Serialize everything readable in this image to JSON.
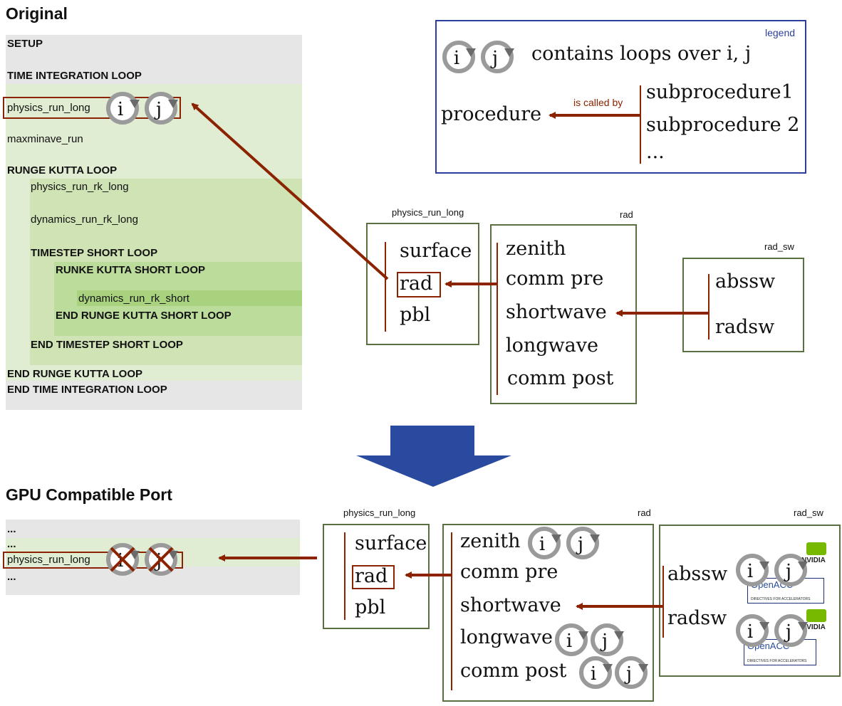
{
  "headings": {
    "original": "Original",
    "gpu": "GPU Compatible Port"
  },
  "original_loop": {
    "setup": "SETUP",
    "time_loop": "TIME INTEGRATION LOOP",
    "physics_run_long": "physics_run_long",
    "maxminave_run": "maxminave_run",
    "rk_loop": "RUNGE KUTTA LOOP",
    "physics_run_rk_long": "physics_run_rk_long",
    "dynamics_run_rk_long": "dynamics_run_rk_long",
    "timestep_short": "TIMESTEP SHORT LOOP",
    "runke_short": "RUNKE KUTTA SHORT LOOP",
    "dynamics_run_rk_short": "dynamics_run_rk_short",
    "end_rk_short": "END RUNGE KUTTA SHORT LOOP",
    "end_timestep": "END TIMESTEP SHORT LOOP",
    "end_rk": "END RUNGE KUTTA LOOP",
    "end_time": "END TIME INTEGRATION LOOP"
  },
  "legend": {
    "title": "legend",
    "loops_text": "contains loops over i, j",
    "procedure": "procedure",
    "is_called_by": "is called by",
    "sub1": "subprocedure1",
    "sub2": "subprocedure 2",
    "ellipsis": "..."
  },
  "loop_badges": {
    "i": "i",
    "j": "j"
  },
  "top_boxes": {
    "physics_title": "physics_run_long",
    "physics_items": [
      "surface",
      "rad",
      "pbl"
    ],
    "rad_title": "rad",
    "rad_items": [
      "zenith",
      "comm pre",
      "shortwave",
      "longwave",
      "comm post"
    ],
    "radsw_title": "rad_sw",
    "radsw_items": [
      "abssw",
      "radsw"
    ]
  },
  "gpu_loop": {
    "dots1": "...",
    "dots2": "...",
    "physics_run_long": "physics_run_long",
    "dots3": "..."
  },
  "bottom_boxes": {
    "physics_title": "physics_run_long",
    "physics_items": [
      "surface",
      "rad",
      "pbl"
    ],
    "rad_title": "rad",
    "rad_items": [
      "zenith",
      "comm pre",
      "shortwave",
      "longwave",
      "comm post"
    ],
    "radsw_title": "rad_sw",
    "radsw_items": [
      "abssw",
      "radsw"
    ]
  },
  "logos": {
    "openacc": "OpenACC",
    "openacc_sub": "DIRECTIVES FOR ACCELERATORS",
    "nvidia": "NVIDIA"
  },
  "colors": {
    "arrow": "#8b2200",
    "box_border": "#5a7041",
    "legend_border": "#2d3f9e",
    "big_arrow": "#2a4aa0"
  }
}
